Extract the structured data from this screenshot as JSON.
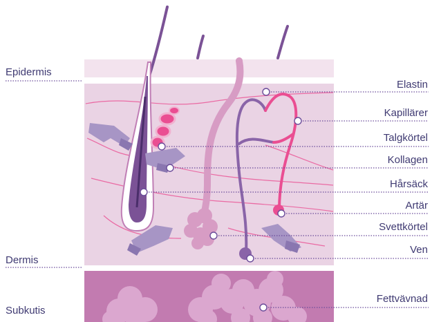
{
  "colors": {
    "label_text": "#3f3a72",
    "leader_line": "#6b4c9a",
    "epidermis": "#f3e3ee",
    "dermis": "#ead3e4",
    "subcutis": "#c27bb0",
    "fat_lobules": "#dba7cf",
    "hair": "#7b5296",
    "artery": "#ea4e92",
    "vein": "#8a64a8",
    "sweat_gland": "#d79cc4",
    "collagen": "#a795c5",
    "elastin": "#ea6aa3"
  },
  "layers": {
    "epidermis": "Epidermis",
    "dermis": "Dermis",
    "subcutis": "Subkutis"
  },
  "structures": {
    "elastin": "Elastin",
    "kapillarer": "Kapillärer",
    "talgkortel": "Talgkörtel",
    "kollagen": "Kollagen",
    "harsack": "Hårsäck",
    "artar": "Artär",
    "svettkortel": "Svettkörtel",
    "ven": "Ven",
    "fettvavnad": "Fettvävnad"
  }
}
